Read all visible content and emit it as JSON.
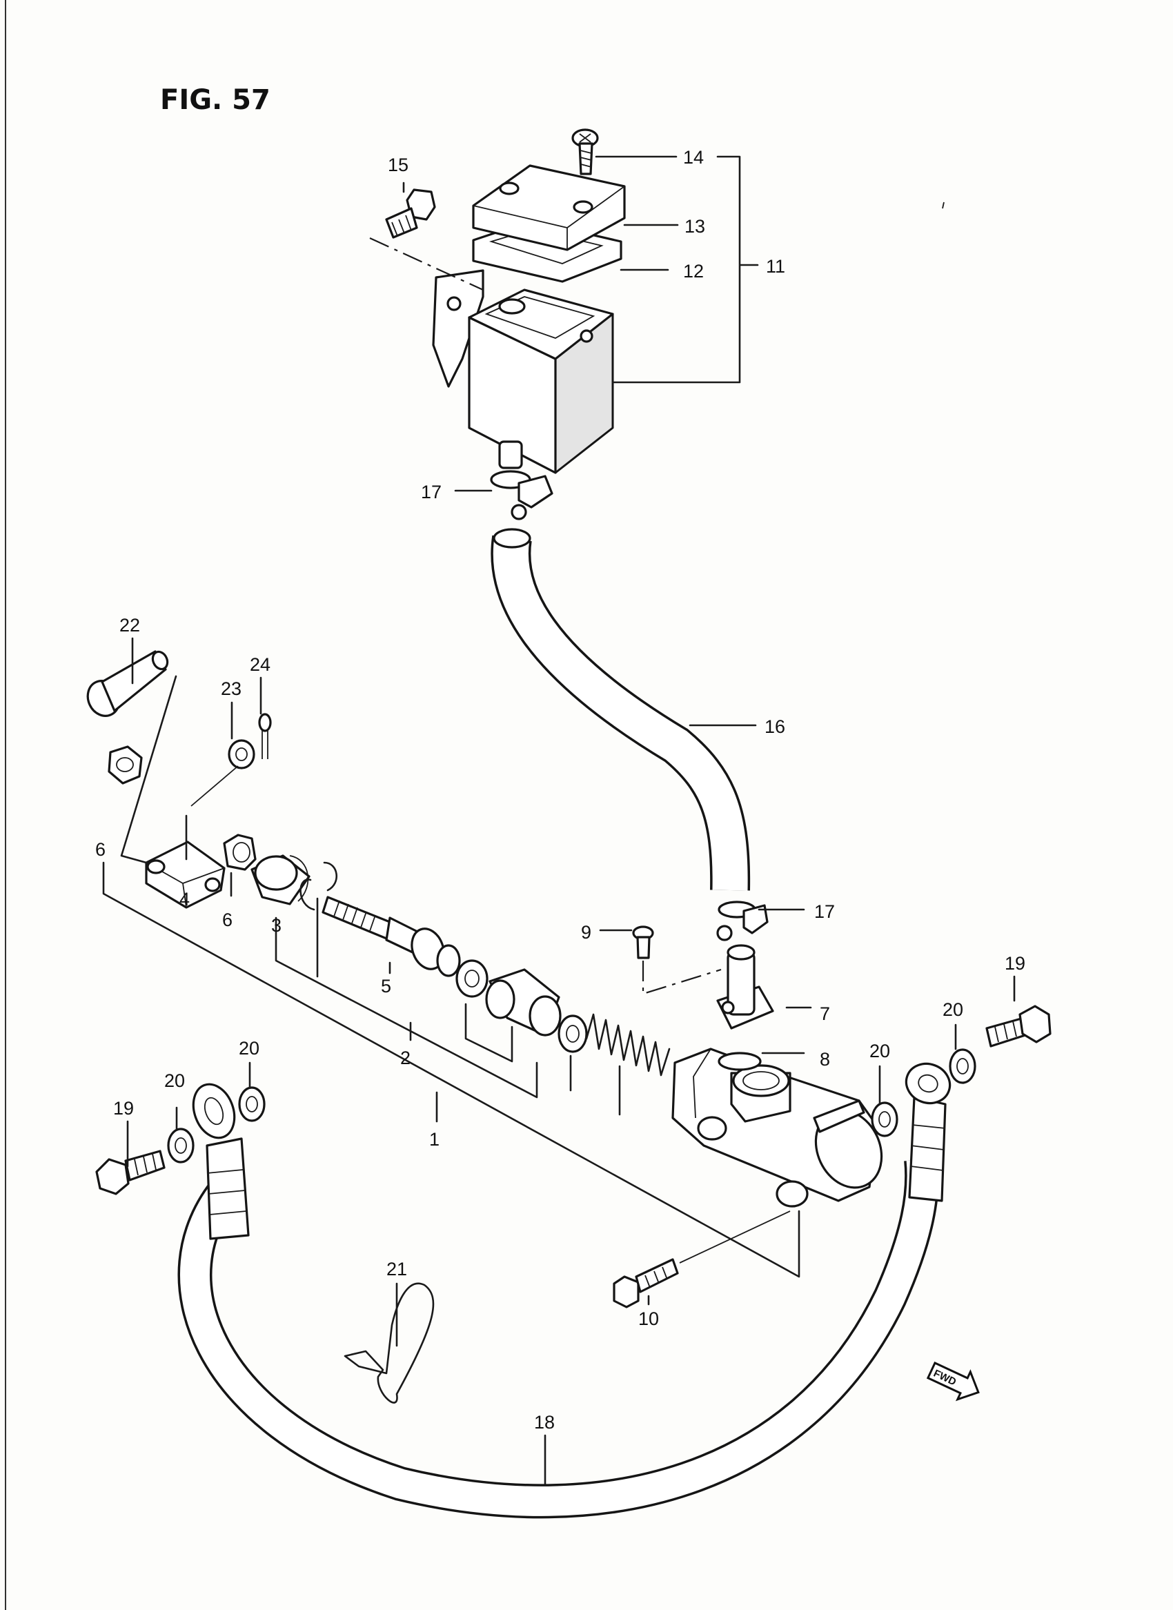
{
  "figure": {
    "title": "FIG. 57"
  },
  "fwd_badge": "FWD",
  "labels": {
    "p1": "1",
    "p2": "2",
    "p3": "3",
    "p4": "4",
    "p5": "5",
    "p6a": "6",
    "p6b": "6",
    "p7": "7",
    "p8": "8",
    "p9": "9",
    "p10": "10",
    "p11": "11",
    "p12": "12",
    "p13": "13",
    "p14": "14",
    "p15": "15",
    "p16": "16",
    "p17a": "17",
    "p17b": "17",
    "p18": "18",
    "p19a": "19",
    "p19b": "19",
    "p20a": "20",
    "p20b": "20",
    "p20c": "20",
    "p20d": "20",
    "p21": "21",
    "p22": "22",
    "p23": "23",
    "p24": "24"
  }
}
